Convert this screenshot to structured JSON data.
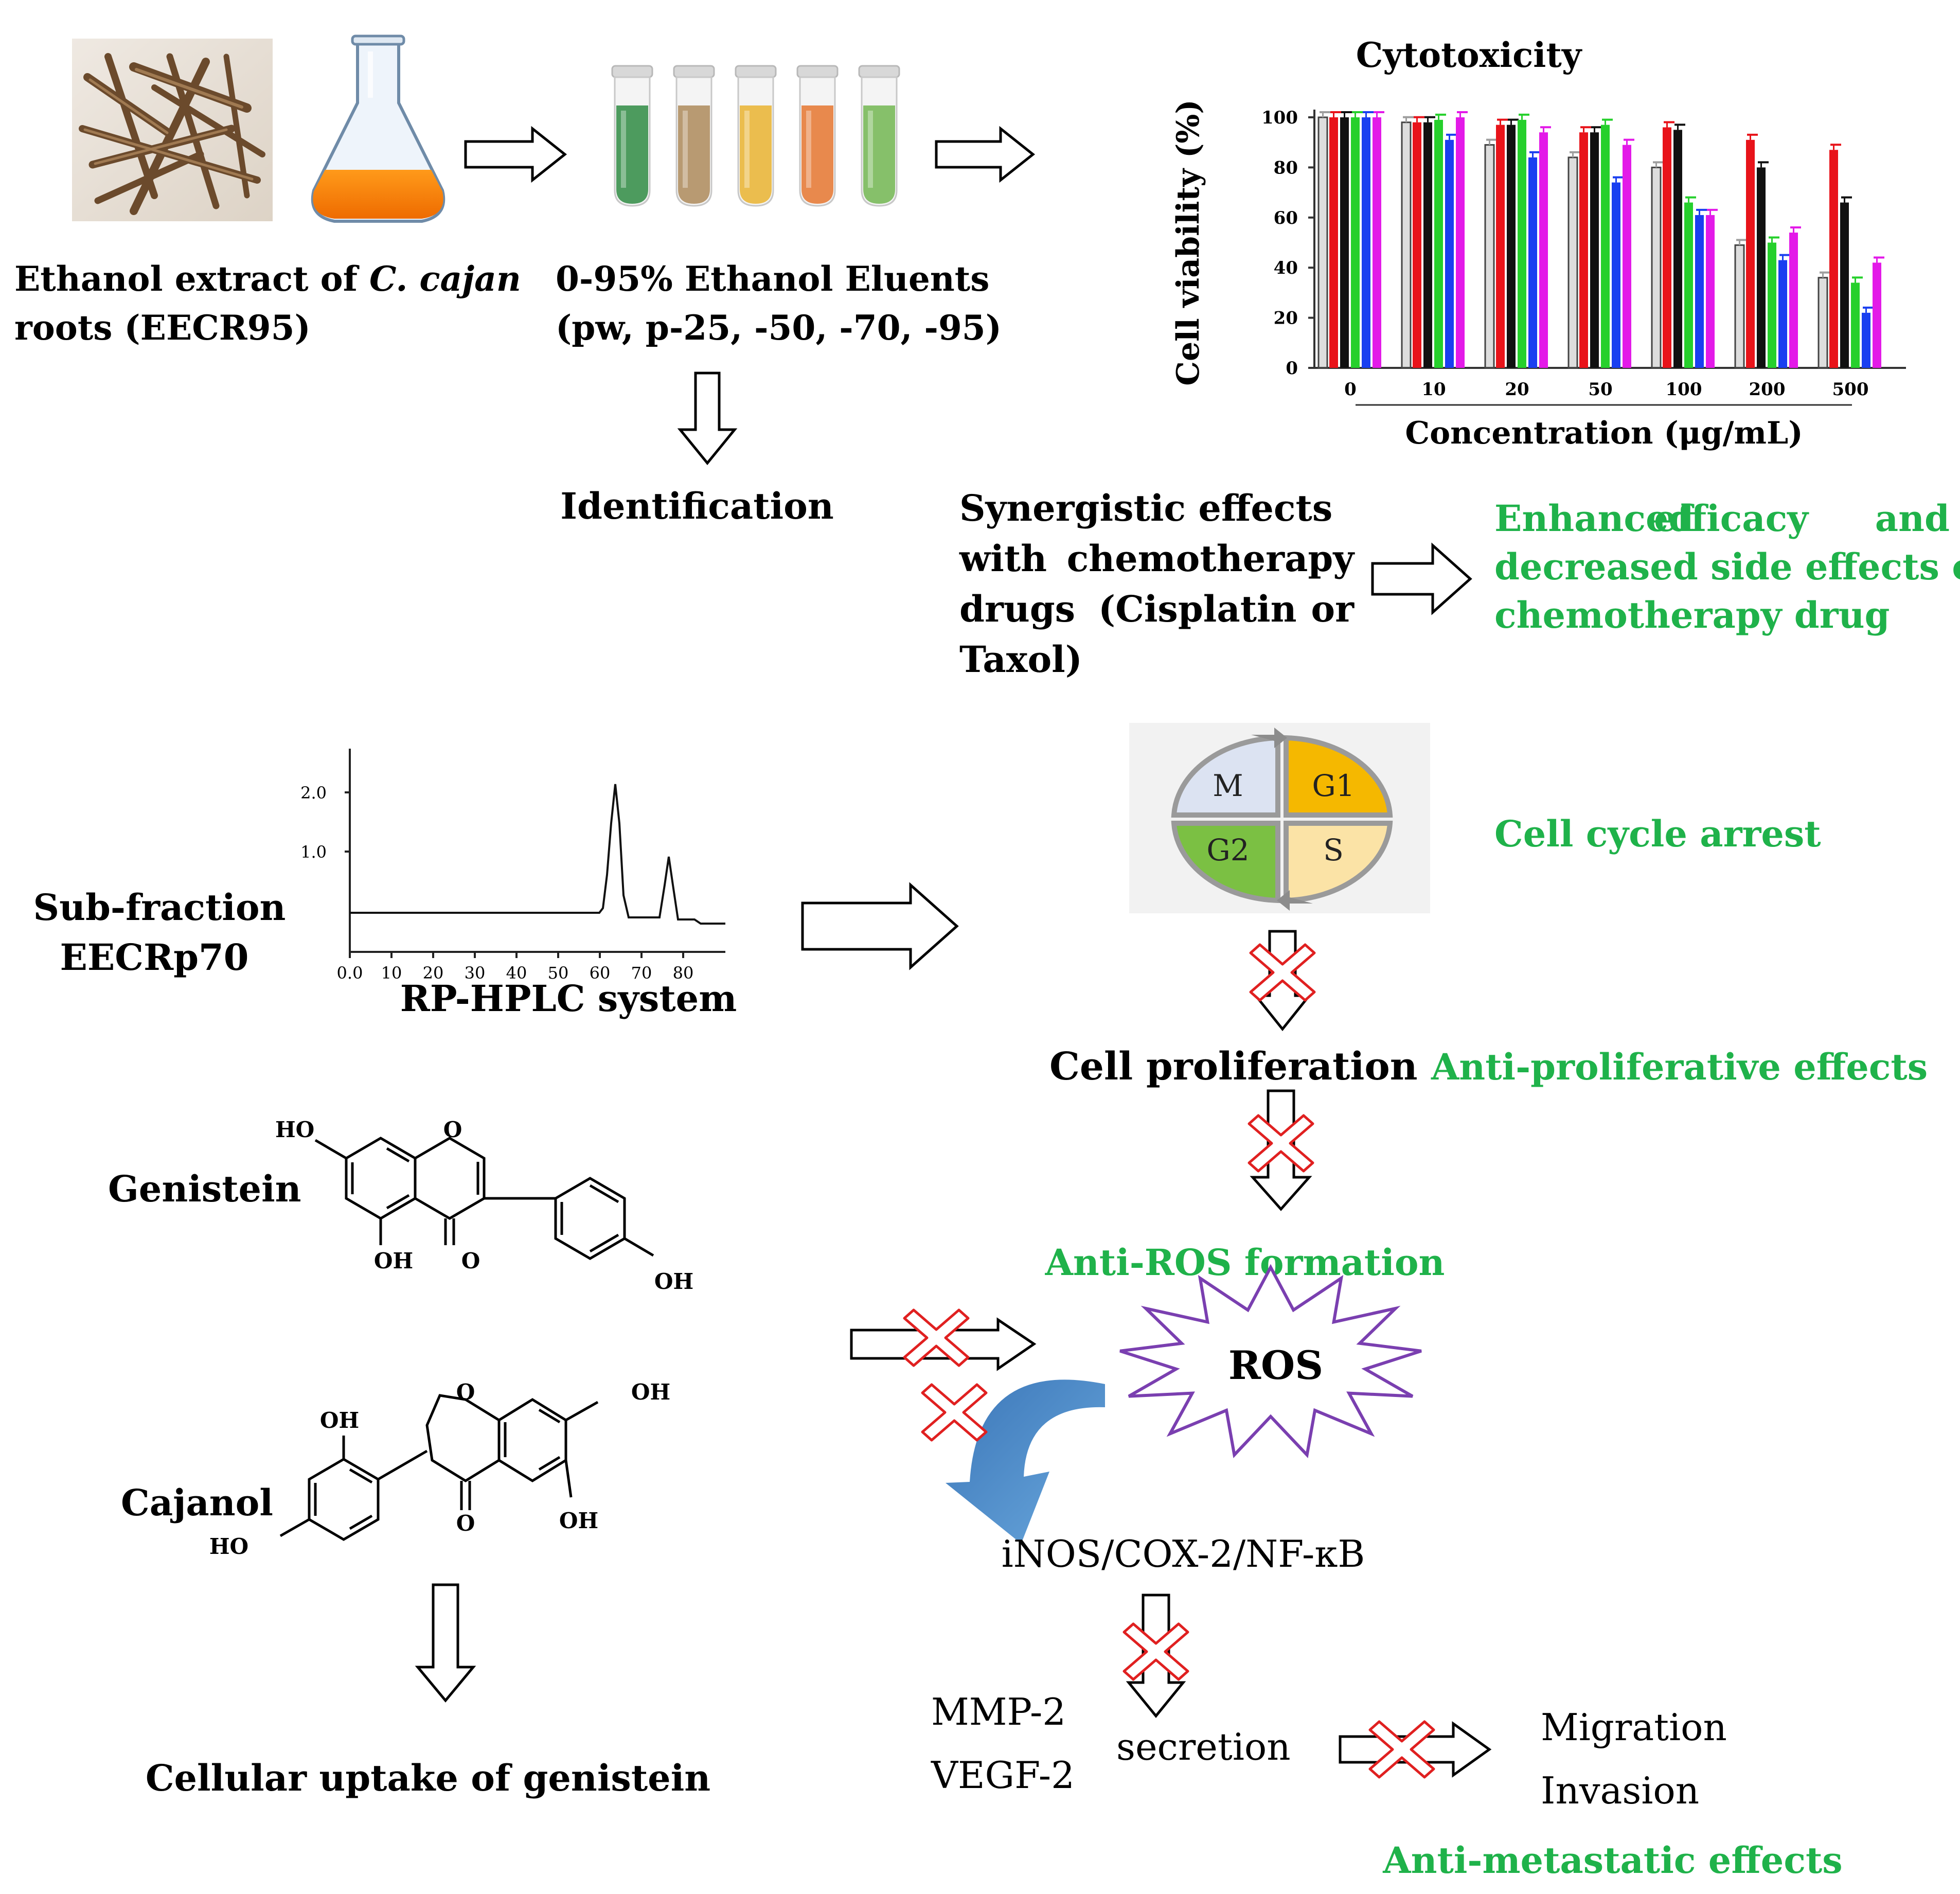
{
  "extract": {
    "label_line1_prefix": "Ethanol extract of ",
    "label_line1_italic": "C. cajan",
    "label_line2": "roots (EECR95)"
  },
  "eluents": {
    "label_line1": "0-95% Ethanol Eluents",
    "label_line2": "(pw, p-25, -50, -70, -95)",
    "tube_colors": [
      "#4d9b5e",
      "#b89a72",
      "#ebbd4e",
      "#e8894d",
      "#86c06a"
    ]
  },
  "identification": "Identification",
  "cytotoxicity_chart": {
    "chart_data": {
      "type": "bar",
      "title": "Cytotoxicity",
      "xlabel": "Concentration (μg/mL)",
      "ylabel": "Cell viability (%)",
      "ylim": [
        0,
        100
      ],
      "yticks": [
        "0",
        "20",
        "40",
        "60",
        "80",
        "100"
      ],
      "categories": [
        "0",
        "10",
        "20",
        "50",
        "100",
        "200",
        "500"
      ],
      "series": [
        {
          "color": "#9e9e9e",
          "values": [
            100,
            98,
            89,
            84,
            80,
            49,
            36
          ]
        },
        {
          "color": "#e8131a",
          "values": [
            100,
            98,
            97,
            94,
            96,
            91,
            87
          ]
        },
        {
          "color": "#111111",
          "values": [
            100,
            98,
            97,
            94,
            95,
            80,
            66
          ]
        },
        {
          "color": "#26d02c",
          "values": [
            100,
            99,
            99,
            97,
            66,
            50,
            34
          ]
        },
        {
          "color": "#1a3ff0",
          "values": [
            100,
            91,
            84,
            74,
            61,
            43,
            22
          ]
        },
        {
          "color": "#e31ae8",
          "values": [
            100,
            100,
            94,
            89,
            61,
            54,
            42
          ]
        }
      ]
    }
  },
  "synergy": {
    "line1": "Synergistic effects",
    "line2a": "with",
    "line2b": "chemotherapy",
    "line3a": "drugs",
    "line3b": "(Cisplatin",
    "line3c": "or",
    "line4": "Taxol)"
  },
  "enhanced": {
    "l1a": "Enhanced",
    "l1b": "efficacy",
    "l1c": "and",
    "l2": "decreased side effects of",
    "l3": "chemotherapy drug"
  },
  "subfraction": {
    "line1": "Sub-fraction",
    "line2": "EECRp70"
  },
  "hplc": {
    "caption": "RP-HPLC system",
    "yticks": [
      "2.0",
      "1.0"
    ],
    "xticks": [
      "0.0",
      "10",
      "20",
      "30",
      "40",
      "50",
      "60",
      "70",
      "80"
    ]
  },
  "cell_cycle": {
    "phases": [
      "M",
      "G1",
      "G2",
      "S"
    ],
    "colors": [
      "#dce3f2",
      "#f5b800",
      "#7bc043",
      "#fbe3a6"
    ],
    "label": "Cell cycle arrest"
  },
  "cell_proliferation": "Cell proliferation",
  "anti_proliferative": "Anti-proliferative effects",
  "anti_ros": "Anti-ROS formation",
  "ros": "ROS",
  "genistein": {
    "name": "Genistein",
    "atoms": {
      "ho": "HO",
      "o_ring": "O",
      "oh5": "OH",
      "o_keto": "O",
      "oh4p": "OH"
    }
  },
  "cajanol": {
    "name": "Cajanol",
    "atoms": {
      "o_ring": "O",
      "oh7": "OH",
      "oh2p": "OH",
      "o_keto": "O",
      "oh5": "OH",
      "ho4p": "HO"
    }
  },
  "cellular_uptake": "Cellular uptake of genistein",
  "inos": "iNOS/COX-2/NF-κB",
  "mmp": "MMP-2",
  "vegf": "VEGF-2",
  "secretion": "secretion",
  "migration": "Migration",
  "invasion": "Invasion",
  "anti_metastatic": "Anti-metastatic effects"
}
